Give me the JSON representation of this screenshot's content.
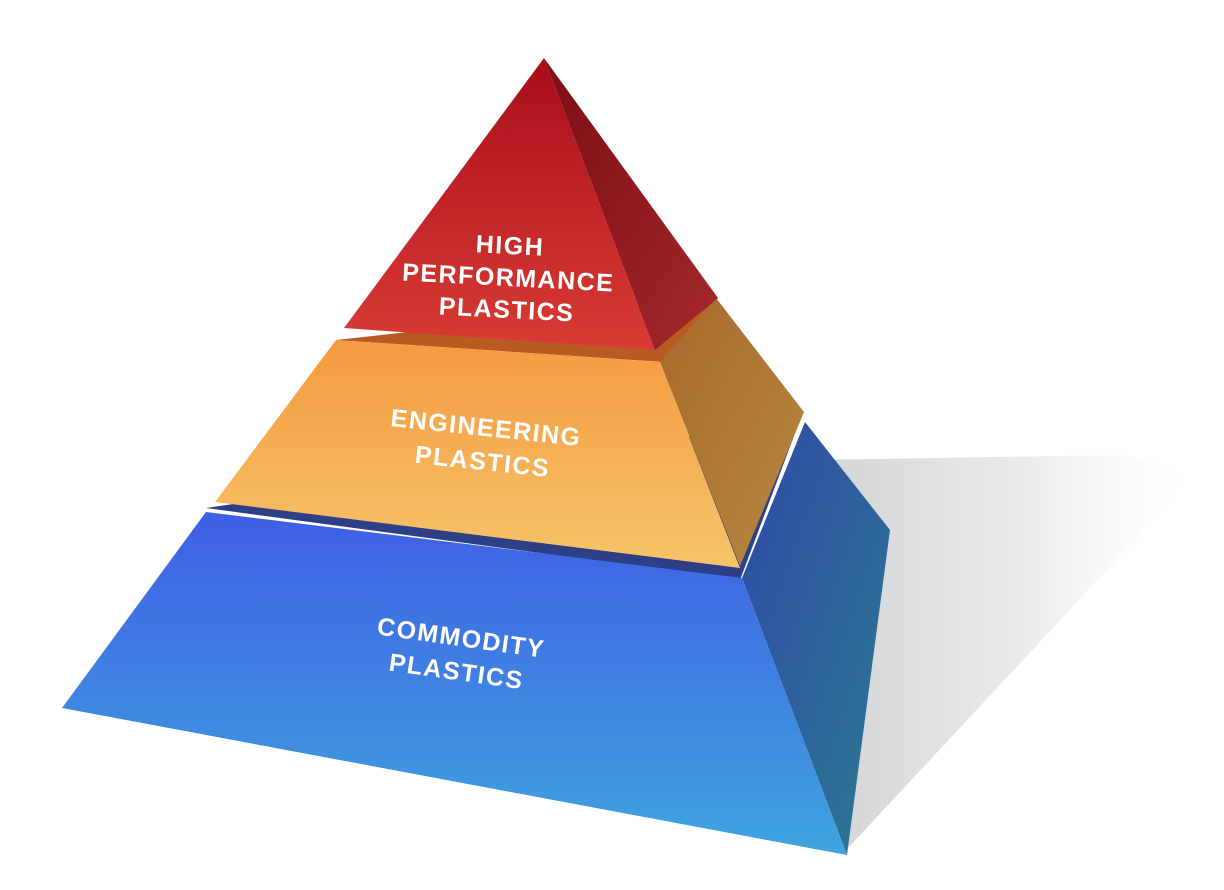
{
  "diagram": {
    "type": "pyramid",
    "tiers": [
      {
        "id": "top",
        "lines": [
          "HIGH",
          "PERFORMANCE",
          "PLASTICS"
        ],
        "color": "#c8262c"
      },
      {
        "id": "middle",
        "lines": [
          "ENGINEERING",
          "PLASTICS"
        ],
        "color": "#f5a94a"
      },
      {
        "id": "bottom",
        "lines": [
          "COMMODITY",
          "PLASTICS"
        ],
        "color": "#4168e2"
      }
    ]
  }
}
